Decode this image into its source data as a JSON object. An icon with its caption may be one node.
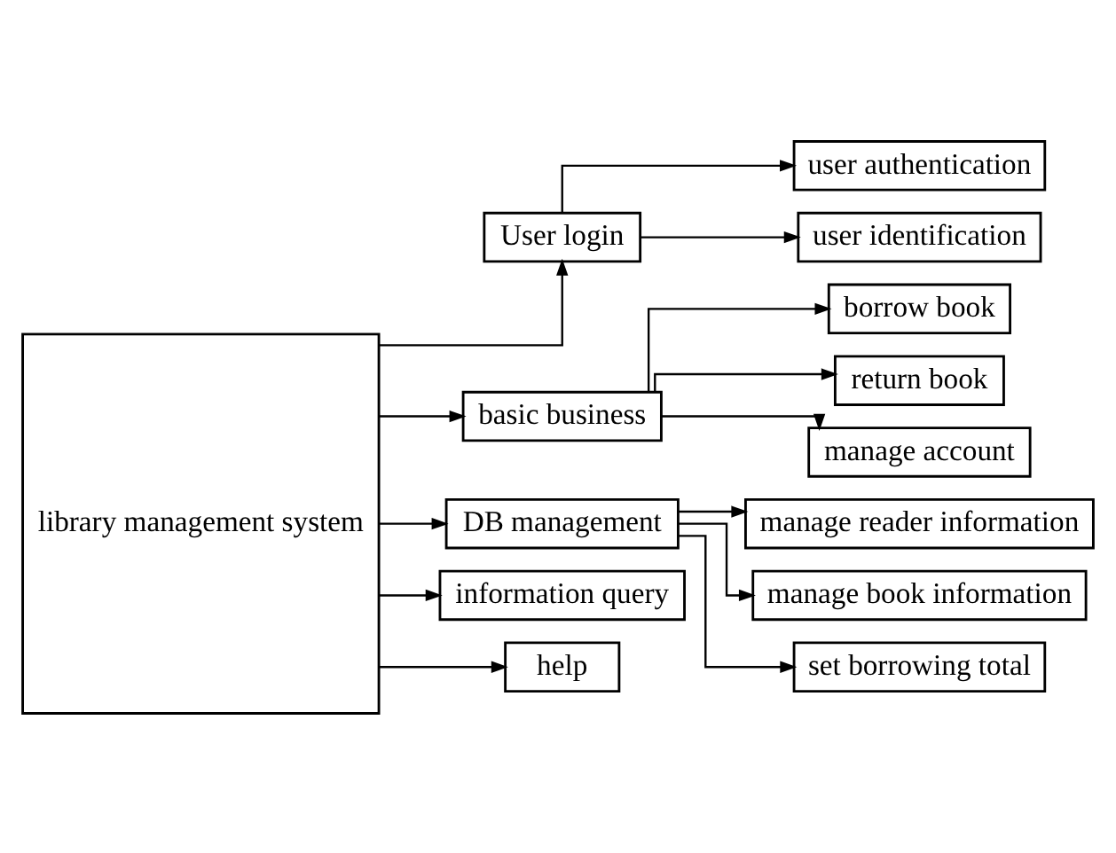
{
  "diagram": {
    "nodes": [
      {
        "text": [
          "library management system"
        ]
      },
      {
        "text": [
          "User login"
        ]
      },
      {
        "text": [
          "user authentication"
        ]
      },
      {
        "text": [
          "user identification"
        ]
      },
      {
        "text": [
          "basic business"
        ]
      },
      {
        "text": [
          "borrow book"
        ]
      },
      {
        "text": [
          "return book"
        ]
      },
      {
        "text": [
          "manage account"
        ]
      },
      {
        "text": [
          "DB management"
        ]
      },
      {
        "text": [
          "manage reader information"
        ]
      },
      {
        "text": [
          "manage book information"
        ]
      },
      {
        "text": [
          "set borrowing total"
        ]
      },
      {
        "text": [
          "information query"
        ]
      },
      {
        "text": [
          "help"
        ]
      }
    ],
    "edges": [
      {
        "from": 0,
        "to": 1,
        "arrow": "to"
      },
      {
        "from": 1,
        "to": 2,
        "arrow": "to"
      },
      {
        "from": 1,
        "to": 3,
        "arrow": "to"
      },
      {
        "from": 0,
        "to": 4,
        "arrow": "to"
      },
      {
        "from": 4,
        "to": 5,
        "arrow": "to"
      },
      {
        "from": 4,
        "to": 6,
        "arrow": "to"
      },
      {
        "from": 4,
        "to": 7,
        "arrow": "to"
      },
      {
        "from": 0,
        "to": 8,
        "arrow": "to"
      },
      {
        "from": 8,
        "to": 9,
        "arrow": "to"
      },
      {
        "from": 8,
        "to": 10,
        "arrow": "to"
      },
      {
        "from": 8,
        "to": 11,
        "arrow": "to"
      },
      {
        "from": 0,
        "to": 12,
        "arrow": "to"
      },
      {
        "from": 0,
        "to": 13,
        "arrow": "to"
      }
    ]
  }
}
